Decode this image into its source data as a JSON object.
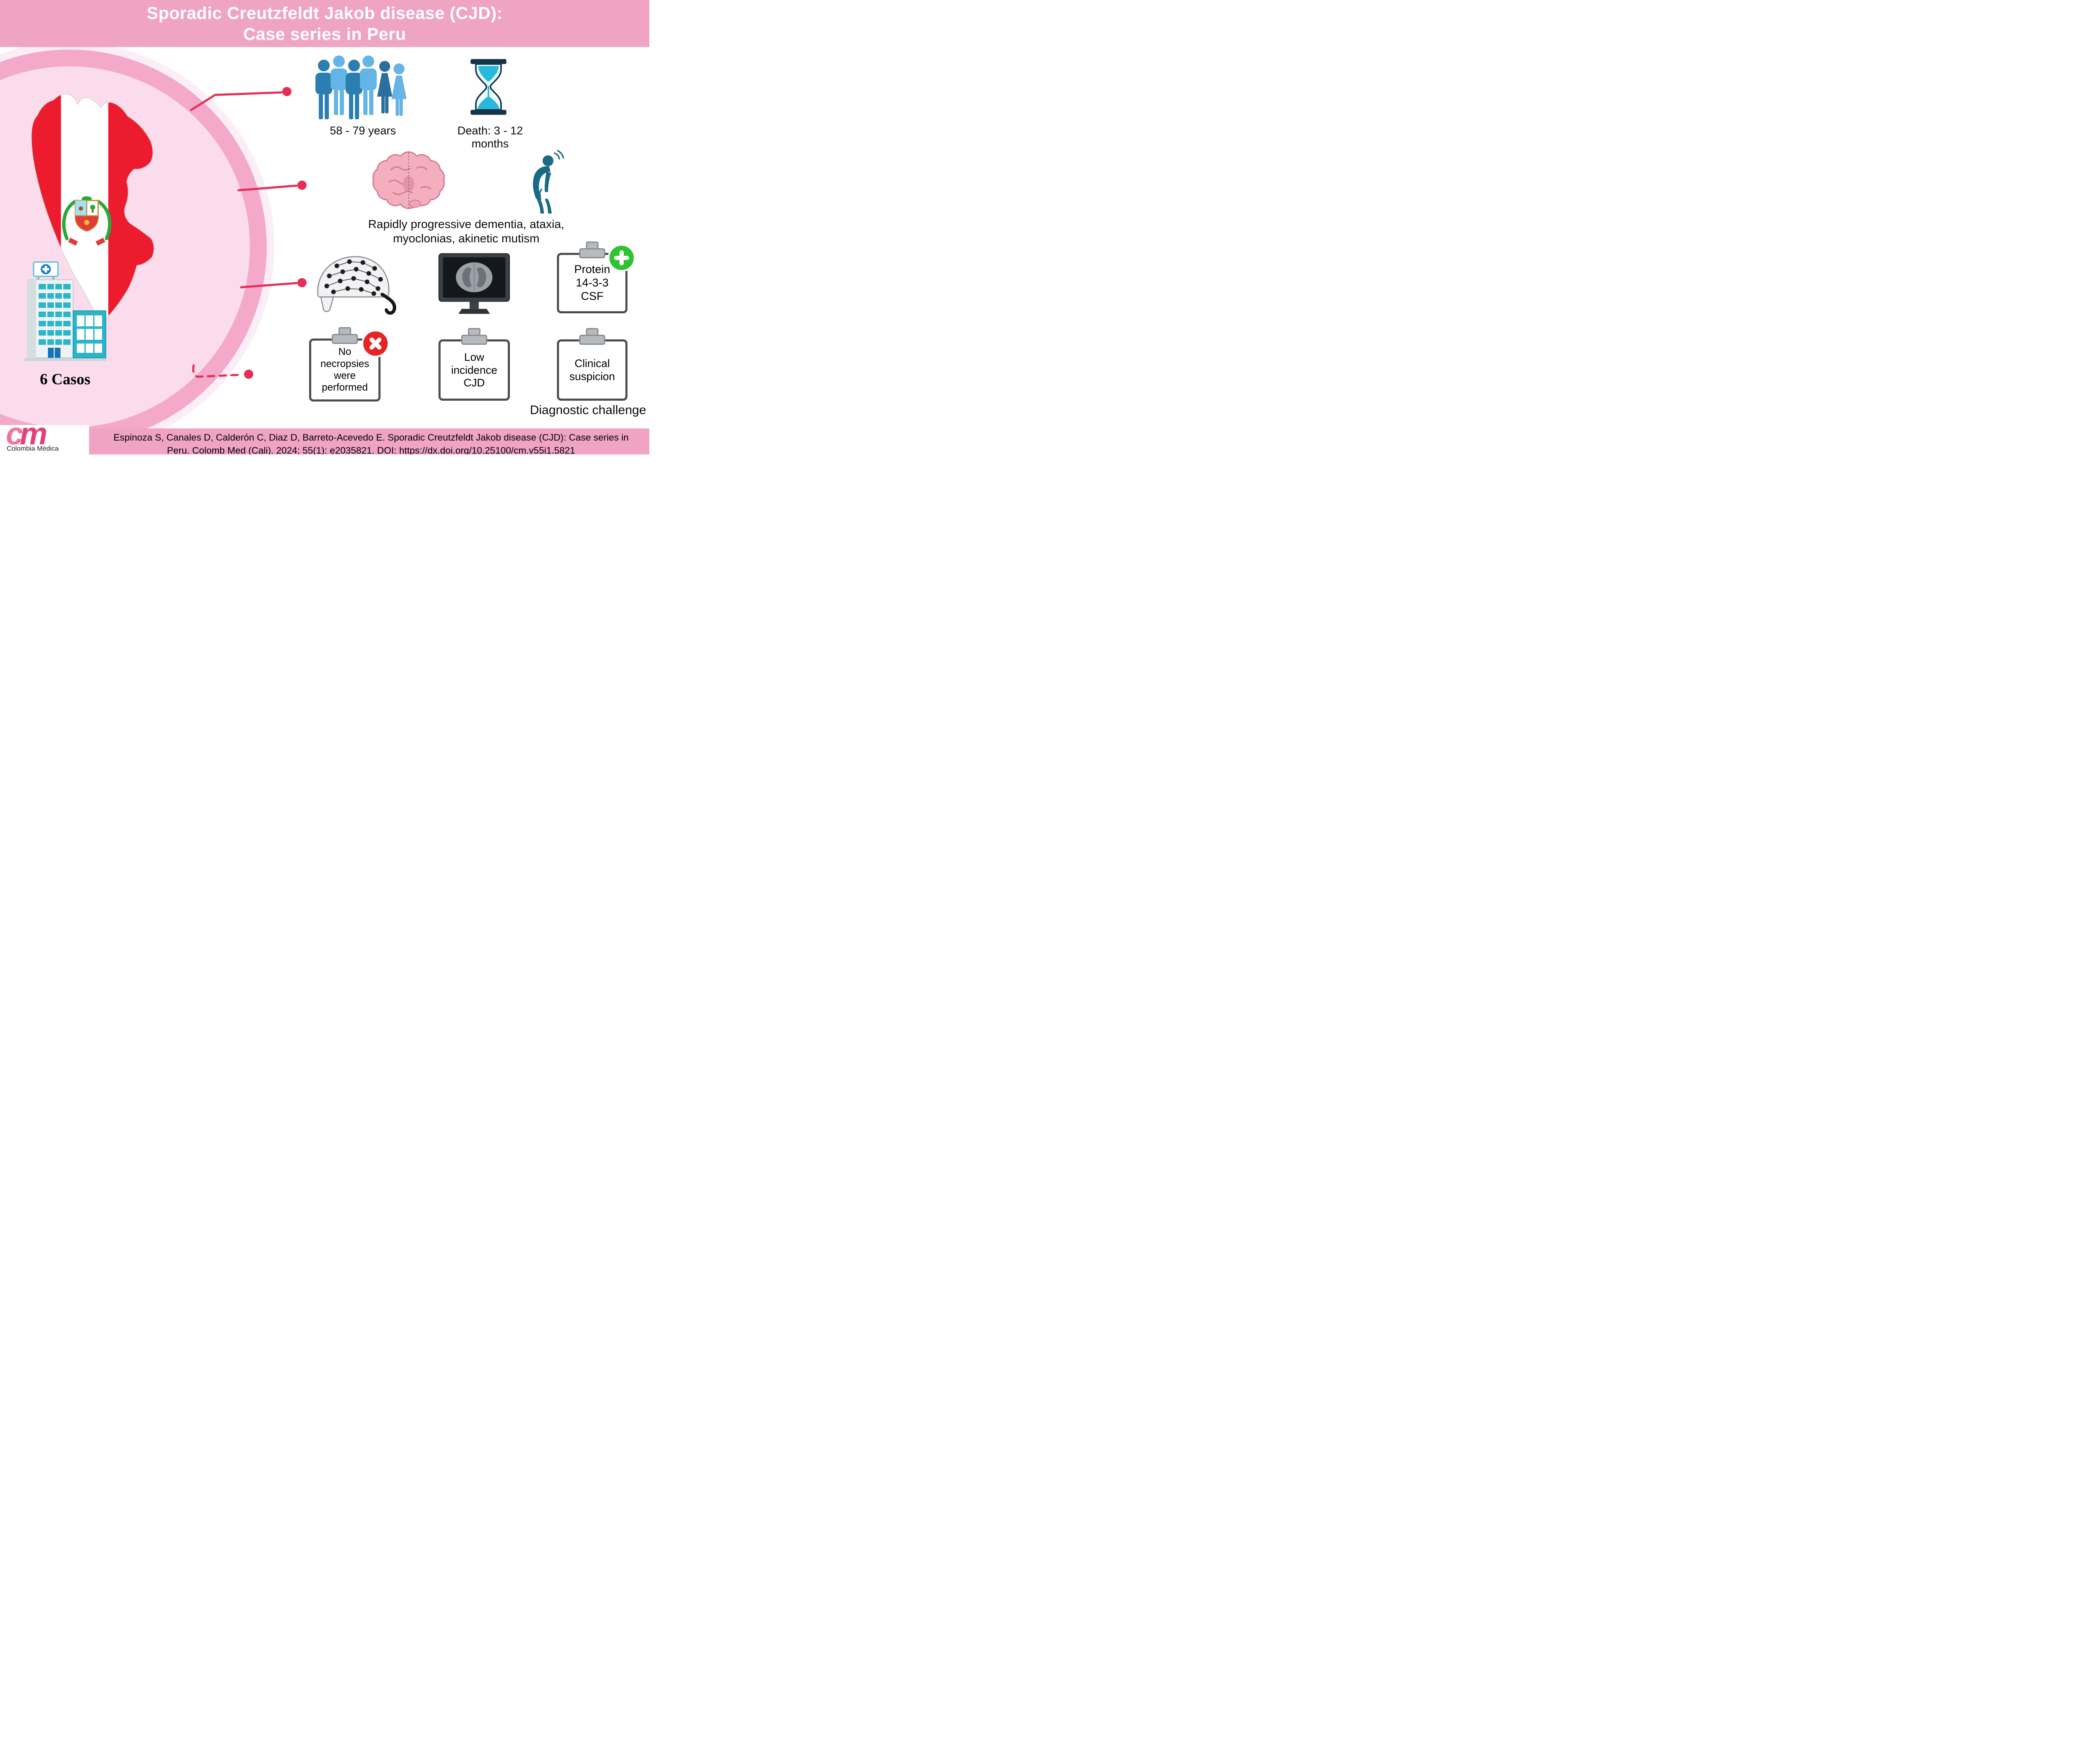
{
  "header": {
    "title": "Sporadic Creutzfeldt Jakob disease (CJD):\nCase series in Peru"
  },
  "left_panel": {
    "cases_label": "6 Casos"
  },
  "demographics": {
    "age_range": "58 - 79 years",
    "death_time": "Death: 3 - 12 months"
  },
  "symptoms": {
    "text": "Rapidly progressive dementia, ataxia,\nmyoclonias, akinetic mutism"
  },
  "diagnostics": {
    "protein_card": "Protein\n14-3-3\nCSF"
  },
  "limitations": {
    "necropsies_card": "No\nnecropsies\nwere\nperformed",
    "incidence_card": "Low\nincidence\nCJD",
    "suspicion_card": "Clinical\nsuspicion",
    "challenge_label": "Diagnostic challenge"
  },
  "footer": {
    "citation": "Espinoza S, Canales D, Calderón C, Diaz D, Barreto-Acevedo E. Sporadic Creutzfeldt Jakob disease (CJD): Case series in\nPeru. Colomb Med (Cali). 2024; 55(1): e2035821. DOI: https://dx.doi.org/10.25100/cm.v55i1.5821",
    "logo": {
      "text_c": "c",
      "text_m": "m",
      "subtext": "Colombia Médica"
    }
  },
  "icons": {
    "patients": "people-group-icon",
    "time_to_death": "hourglass-icon",
    "pathology": "brain-icon",
    "tremor_patient": "hunched-person-icon",
    "eeg": "eeg-cap-icon",
    "imaging": "brain-scan-monitor-icon",
    "csf_positive": "plus-badge-icon",
    "no_necropsy": "cross-badge-icon",
    "hospital": "hospital-icon",
    "country": "peru-map-icon"
  },
  "colors": {
    "banner_pink": "#f0a4c4",
    "circle_ring_pink": "#f4a9cb",
    "circle_fill_pink": "#fbdcec",
    "connector_red": "#e62e56",
    "peru_flag_red": "#ec1b2e",
    "people_blue_dark": "#2b7fb0",
    "people_blue_light": "#64b5e6",
    "hourglass_sand_cyan": "#27b8dc",
    "teal_person": "#1a6a85",
    "positive_green": "#2fc42f",
    "negative_red": "#e52525",
    "hospital_teal": "#2ab5c8",
    "logo_magenta": "#e63f74"
  }
}
